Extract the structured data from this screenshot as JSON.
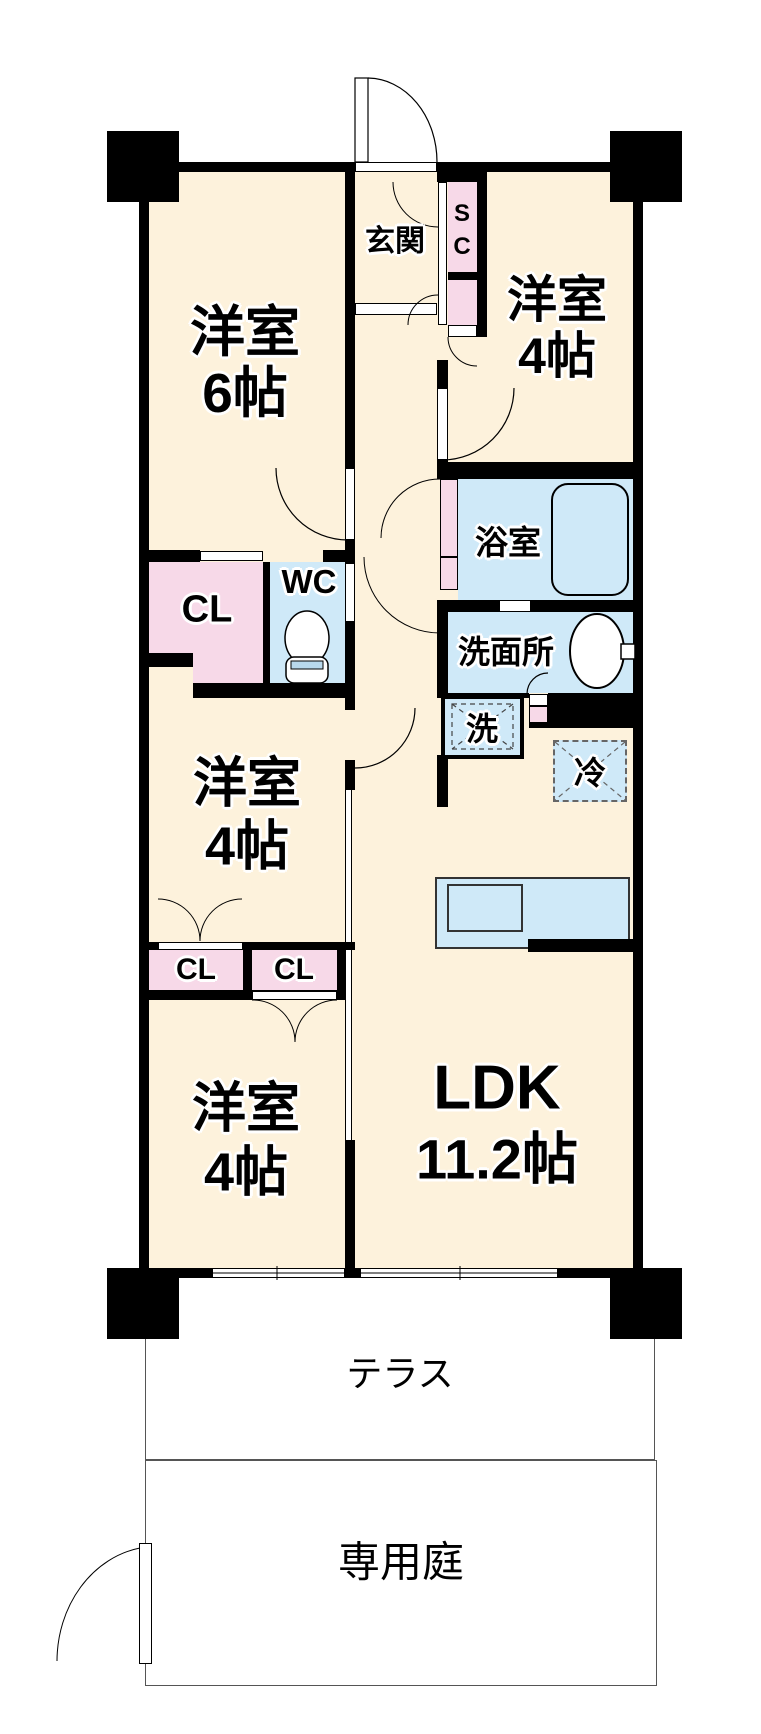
{
  "title": "floor-plan",
  "colors": {
    "room_fill": "#fdf2dc",
    "closet_fill": "#f7d9e8",
    "wet_area_fill": "#cfe9f8",
    "wall": "#000000"
  },
  "rooms": {
    "west6": {
      "name": "洋室",
      "size": "6帖"
    },
    "west4ne": {
      "name": "洋室",
      "size": "4帖"
    },
    "west4mid": {
      "name": "洋室",
      "size": "4帖"
    },
    "west4sw": {
      "name": "洋室",
      "size": "4帖"
    },
    "ldk": {
      "name": "LDK",
      "size": "11.2帖"
    }
  },
  "areas": {
    "genkan": "玄関",
    "sc": [
      "S",
      "C"
    ],
    "wc": "WC",
    "cl_mid": "CL",
    "cl_sw_left": "CL",
    "cl_sw_right": "CL",
    "bath": "浴室",
    "washroom": "洗面所",
    "laundry": "洗",
    "fridge": "冷",
    "terrace": "テラス",
    "garden": "専用庭"
  }
}
